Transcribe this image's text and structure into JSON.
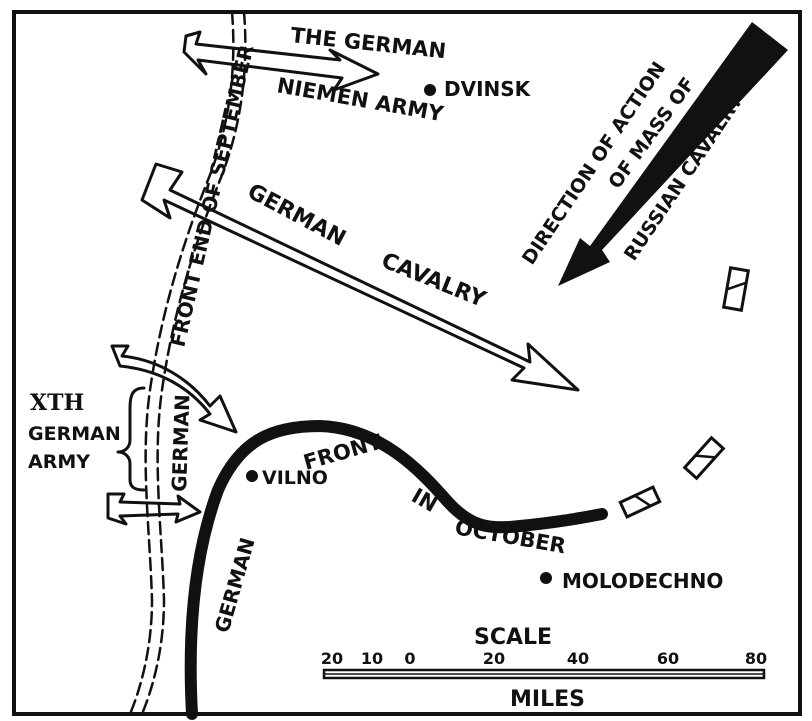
{
  "labels": {
    "the_german": "THE GERMAN",
    "niemen_army": "NIEMEN ARMY",
    "dvinsk": "DVINSK",
    "front_september": "FRONT END OF SEPTEMBER",
    "german_vertical": "GERMAN",
    "german_cavalry_1": "GERMAN",
    "german_cavalry_2": "CAVALRY",
    "direction_1": "DIRECTION OF ACTION",
    "direction_2": "OF MASS OF",
    "direction_3": "RUSSIAN CAVALRY",
    "xth_army_1": "XTH",
    "xth_army_2": "GERMAN",
    "xth_army_3": "ARMY",
    "vilno": "VILNO",
    "front_in_october_1": "FRONT",
    "front_in_october_2": "IN",
    "front_in_october_3": "OCTOBER",
    "german_october": "GERMAN",
    "molodechno": "MOLODECHNO"
  },
  "scale": {
    "title": "SCALE",
    "unit": "MILES",
    "ticks": [
      "20",
      "10",
      "0",
      "20",
      "40",
      "60",
      "80"
    ]
  },
  "colors": {
    "ink": "#111111",
    "paper": "#ffffff"
  }
}
